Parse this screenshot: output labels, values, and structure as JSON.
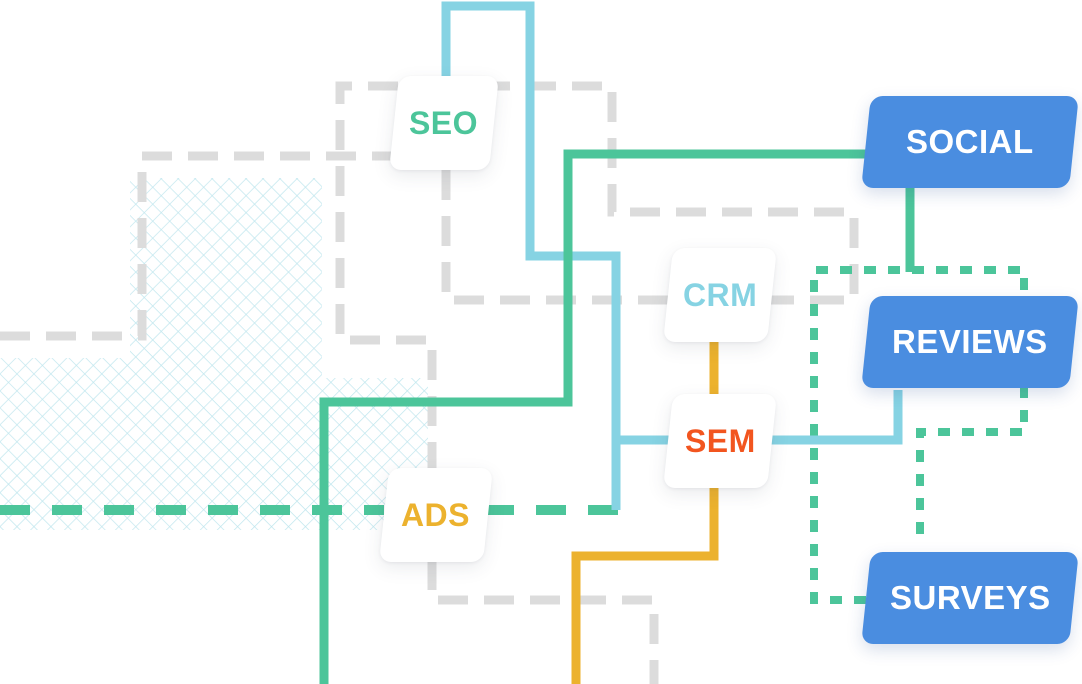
{
  "colors": {
    "green": "#4cc59a",
    "cyan": "#86d3e3",
    "gray": "#dcdcdc",
    "yellow": "#ecb22e",
    "blue": "#4a8de0",
    "hatch": "#bfe6ee",
    "seo_text": "#4cc59a",
    "crm_text": "#86d3e3",
    "sem_text": "#f2551f",
    "ads_text": "#ecb22e"
  },
  "tags": {
    "seo": "SEO",
    "crm": "CRM",
    "sem": "SEM",
    "ads": "ADS"
  },
  "channels": {
    "social": "SOCIAL",
    "reviews": "REVIEWS",
    "surveys": "SURVEYS"
  }
}
